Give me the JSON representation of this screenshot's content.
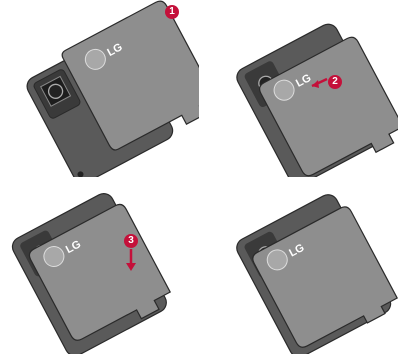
{
  "steps": [
    {
      "badge": "1",
      "logo": "LG"
    },
    {
      "badge": "2",
      "logo": "LG"
    },
    {
      "badge": "3",
      "logo": "LG"
    },
    {
      "badge": "",
      "logo": "LG"
    }
  ],
  "colors": {
    "badge": "#c4103a",
    "cover": "#8e8e8e",
    "body": "#5a5a5a",
    "outline": "#2a2a2a"
  },
  "icons": [
    "phone-body",
    "battery-cover",
    "lg-logo",
    "camera-lens",
    "arrow-down-icon",
    "arrow-left-icon"
  ]
}
